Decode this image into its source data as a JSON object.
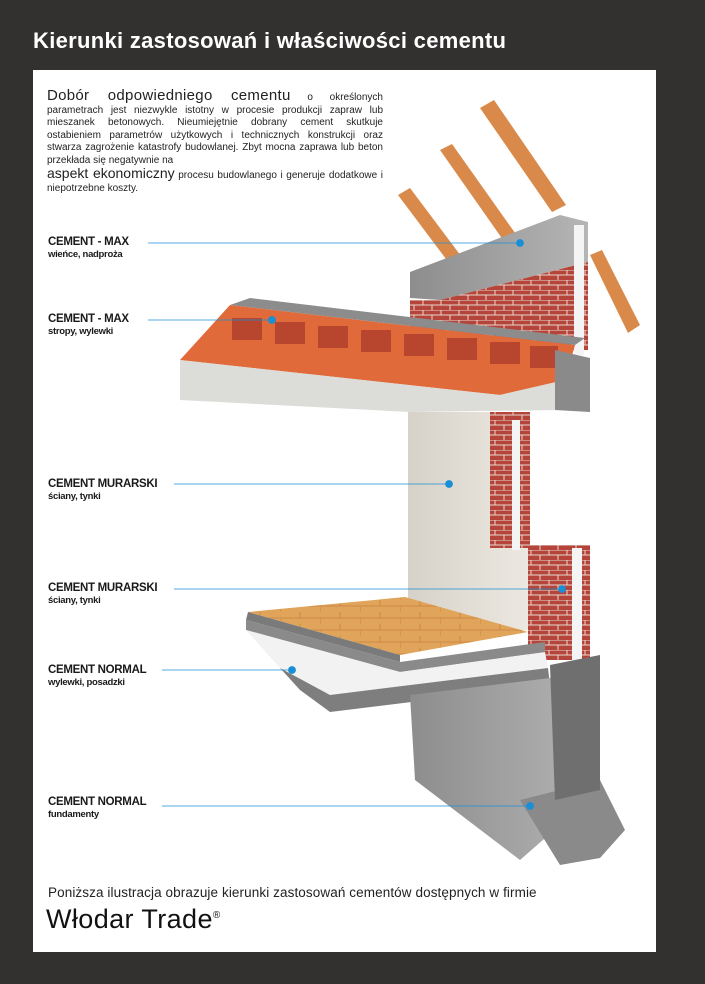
{
  "header": {
    "title": "Kierunki zastosowań i właściwości cementu"
  },
  "intro": {
    "lead": "Dobór odpowiedniego cementu",
    "part1": " o określonych parametrach jest niezwykle istotny w procesie produkcji zapraw lub mieszanek betonowych. Nieumiejętnie dobrany cement skutkuje ostabieniem parametrów użytkowych i technicznych konstrukcji oraz stwarza zagrożenie katastrofy budowlanej. Zbyt mocna zaprawa lub beton  przekłada się negatywnie na",
    "emphasis": "aspekt ekonomiczny",
    "part2": " procesu budowlanego i generuje dodatkowe i niepotrzebne koszty."
  },
  "labels": [
    {
      "name": "CEMENT - MAX",
      "use": "wieńce, nadproża"
    },
    {
      "name": "CEMENT - MAX",
      "use": "stropy, wylewki"
    },
    {
      "name": "CEMENT MURARSKI",
      "use": "ściany, tynki"
    },
    {
      "name": "CEMENT MURARSKI",
      "use": "ściany, tynki"
    },
    {
      "name": "CEMENT NORMAL",
      "use": "wylewki, posadzki"
    },
    {
      "name": "CEMENT NORMAL",
      "use": "fundamenty"
    }
  ],
  "footer": {
    "caption": "Poniższa ilustracja obrazuje kierunki zastosowań cementów dostępnych w firmie",
    "brand": "Włodar Trade",
    "brand_mark": "®"
  },
  "colors": {
    "background": "#333130",
    "panel": "#ffffff",
    "pointer": "#1a8fd6",
    "brick": "#b5453a",
    "timber": "#d98a4a",
    "concrete": "#9a9a9a",
    "plaster": "#e6e2da",
    "floor": "#e0a45a"
  }
}
